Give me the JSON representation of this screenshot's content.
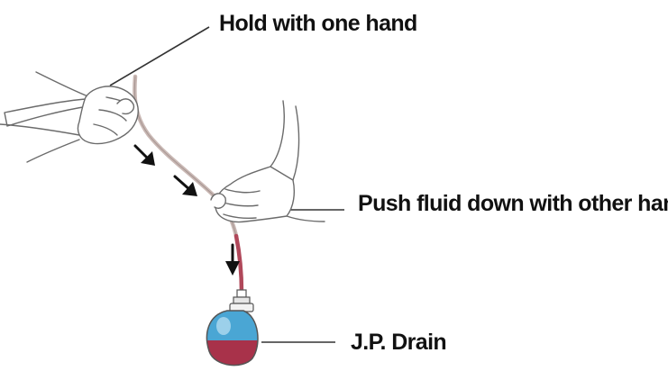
{
  "labels": {
    "hold": "Hold with one hand",
    "push": "Push fluid down with other hand",
    "drain": "J.P. Drain"
  },
  "colors": {
    "outline": "#555555",
    "skin_line": "#6b6b6b",
    "tube": "#c9b8b4",
    "tube_blood": "#b0485a",
    "fluid_blood": "#a8324a",
    "fluid_clear": "#4aa6d4",
    "arrow": "#111111",
    "leader": "#333333"
  },
  "icons": [
    "left-hand-icon",
    "right-hand-icon",
    "jp-drain-bulb-icon",
    "down-arrow-icon"
  ]
}
